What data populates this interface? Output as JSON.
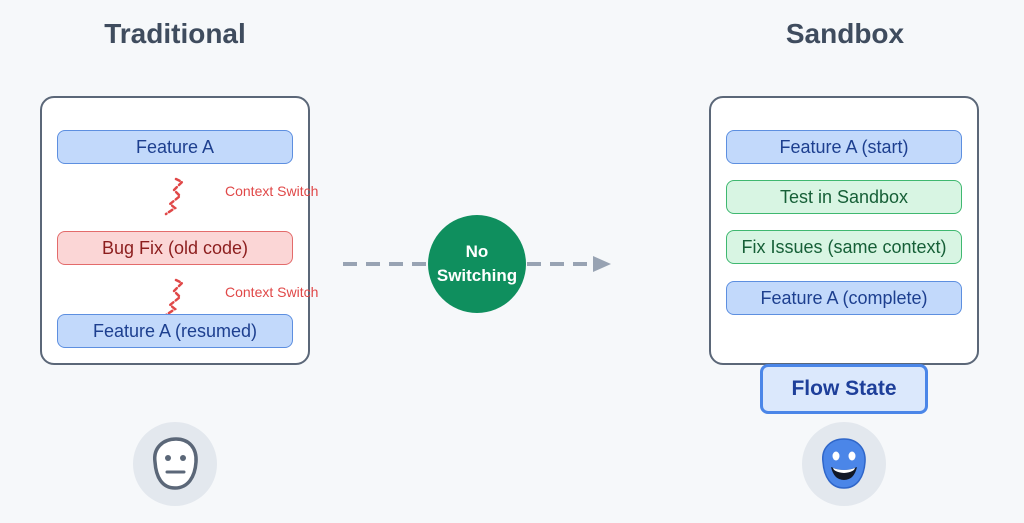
{
  "columns": {
    "left_title": "Traditional",
    "right_title": "Sandbox"
  },
  "traditional": {
    "steps": [
      "Feature A",
      "Bug Fix (old code)",
      "Feature A (resumed)"
    ],
    "switch_labels": [
      "Context Switch",
      "Context Switch"
    ],
    "face": "neutral-face-icon"
  },
  "center": {
    "line1": "No",
    "line2": "Switching"
  },
  "sandbox": {
    "steps": [
      "Feature A (start)",
      "Test in Sandbox",
      "Fix Issues (same context)",
      "Feature A (complete)"
    ],
    "flow_state": "Flow State",
    "face": "happy-face-icon"
  },
  "colors": {
    "panel_border": "#5b6778",
    "blue_fill": "#c2d9fb",
    "red_fill": "#fbd6d6",
    "green_fill": "#d8f5e3",
    "switch_red": "#e04848",
    "center_green": "#0f8f5e",
    "flow_blue": "#4b86e8",
    "arrow_gray": "#98a3b3"
  }
}
